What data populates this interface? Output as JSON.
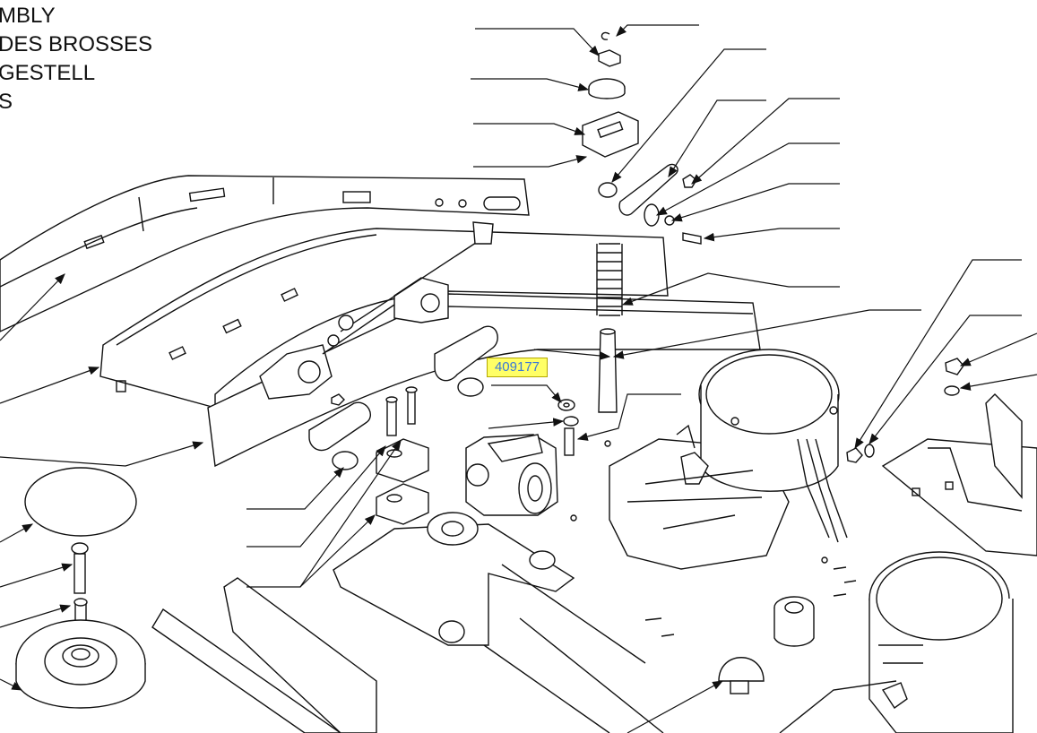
{
  "title_lines": [
    "MBLY",
    "DES BROSSES",
    "GESTELL",
    "S"
  ],
  "callout": {
    "part_number": "409177",
    "highlight_color": "#ffff66",
    "text_color": "#3a78d8"
  },
  "colors": {
    "line": "#111111",
    "background": "#ffffff"
  }
}
